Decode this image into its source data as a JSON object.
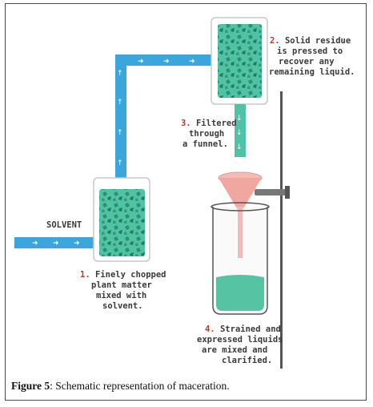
{
  "diagram": {
    "solvent_label": "SOLVENT",
    "step1": {
      "number": "1.",
      "lines": [
        "Finely chopped",
        "plant matter",
        "mixed with",
        "solvent."
      ]
    },
    "step2": {
      "number": "2.",
      "lines": [
        "Solid residue",
        "is pressed to",
        "recover any",
        "remaining liquid."
      ]
    },
    "step3": {
      "number": "3.",
      "lines": [
        "Filtered",
        "through",
        "a funnel."
      ]
    },
    "step4": {
      "number": "4.",
      "lines": [
        "Strained and",
        "expressed liquids",
        "are mixed and",
        "clarified."
      ]
    }
  },
  "caption": {
    "figure_label": "Figure 5",
    "text": ": Schematic representation of maceration."
  },
  "colors": {
    "pipe": "#3aa6dc",
    "liquid": "#4fb8a0",
    "plant": "#2f8f6a",
    "funnel": "#f0a7a0",
    "number": "#c0392b",
    "stand": "#555555"
  }
}
